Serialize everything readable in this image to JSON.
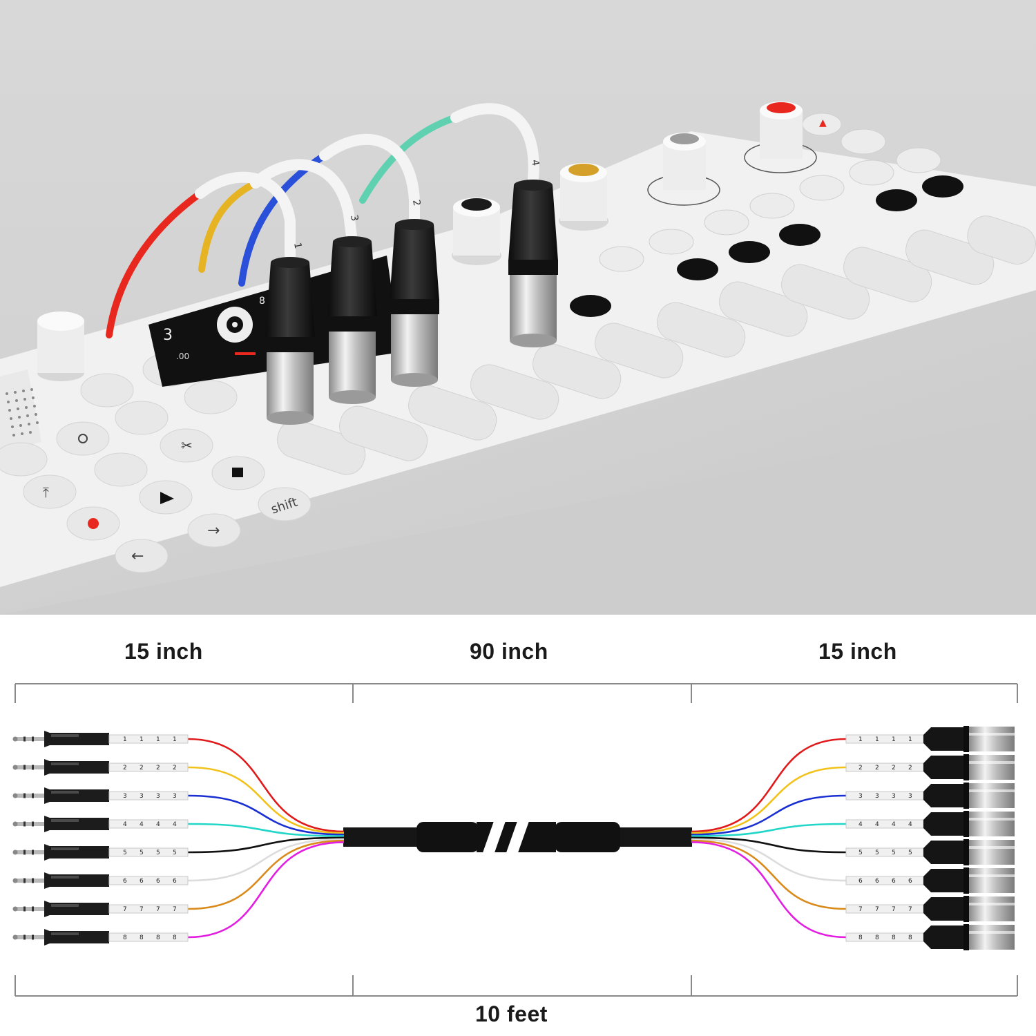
{
  "device_photo": {
    "button_labels": [
      "shift"
    ],
    "screen_text": [
      "3",
      ".00",
      "8"
    ],
    "cable_numbers": [
      "1",
      "2",
      "3",
      "4"
    ],
    "cable_colors": [
      "#e8281e",
      "#e6b422",
      "#2a4fd8",
      "#5fd1b0"
    ],
    "accent_red": "#e8281e",
    "accent_knob": "#d4a02a"
  },
  "diagram": {
    "dimensions": {
      "left": "15 inch",
      "middle": "90 inch",
      "right": "15 inch",
      "total": "10 feet"
    },
    "channels": [
      {
        "number": "1",
        "color": "#e01a1a"
      },
      {
        "number": "2",
        "color": "#f2c21b"
      },
      {
        "number": "3",
        "color": "#1a2fd1"
      },
      {
        "number": "4",
        "color": "#22d6c8"
      },
      {
        "number": "5",
        "color": "#111111"
      },
      {
        "number": "6",
        "color": "#dcdcdc"
      },
      {
        "number": "7",
        "color": "#d98a1a"
      },
      {
        "number": "8",
        "color": "#e21ee0"
      }
    ],
    "left_connector_icon": "trs-jack-plug-icon",
    "right_connector_icon": "xlr-male-plug-icon"
  }
}
